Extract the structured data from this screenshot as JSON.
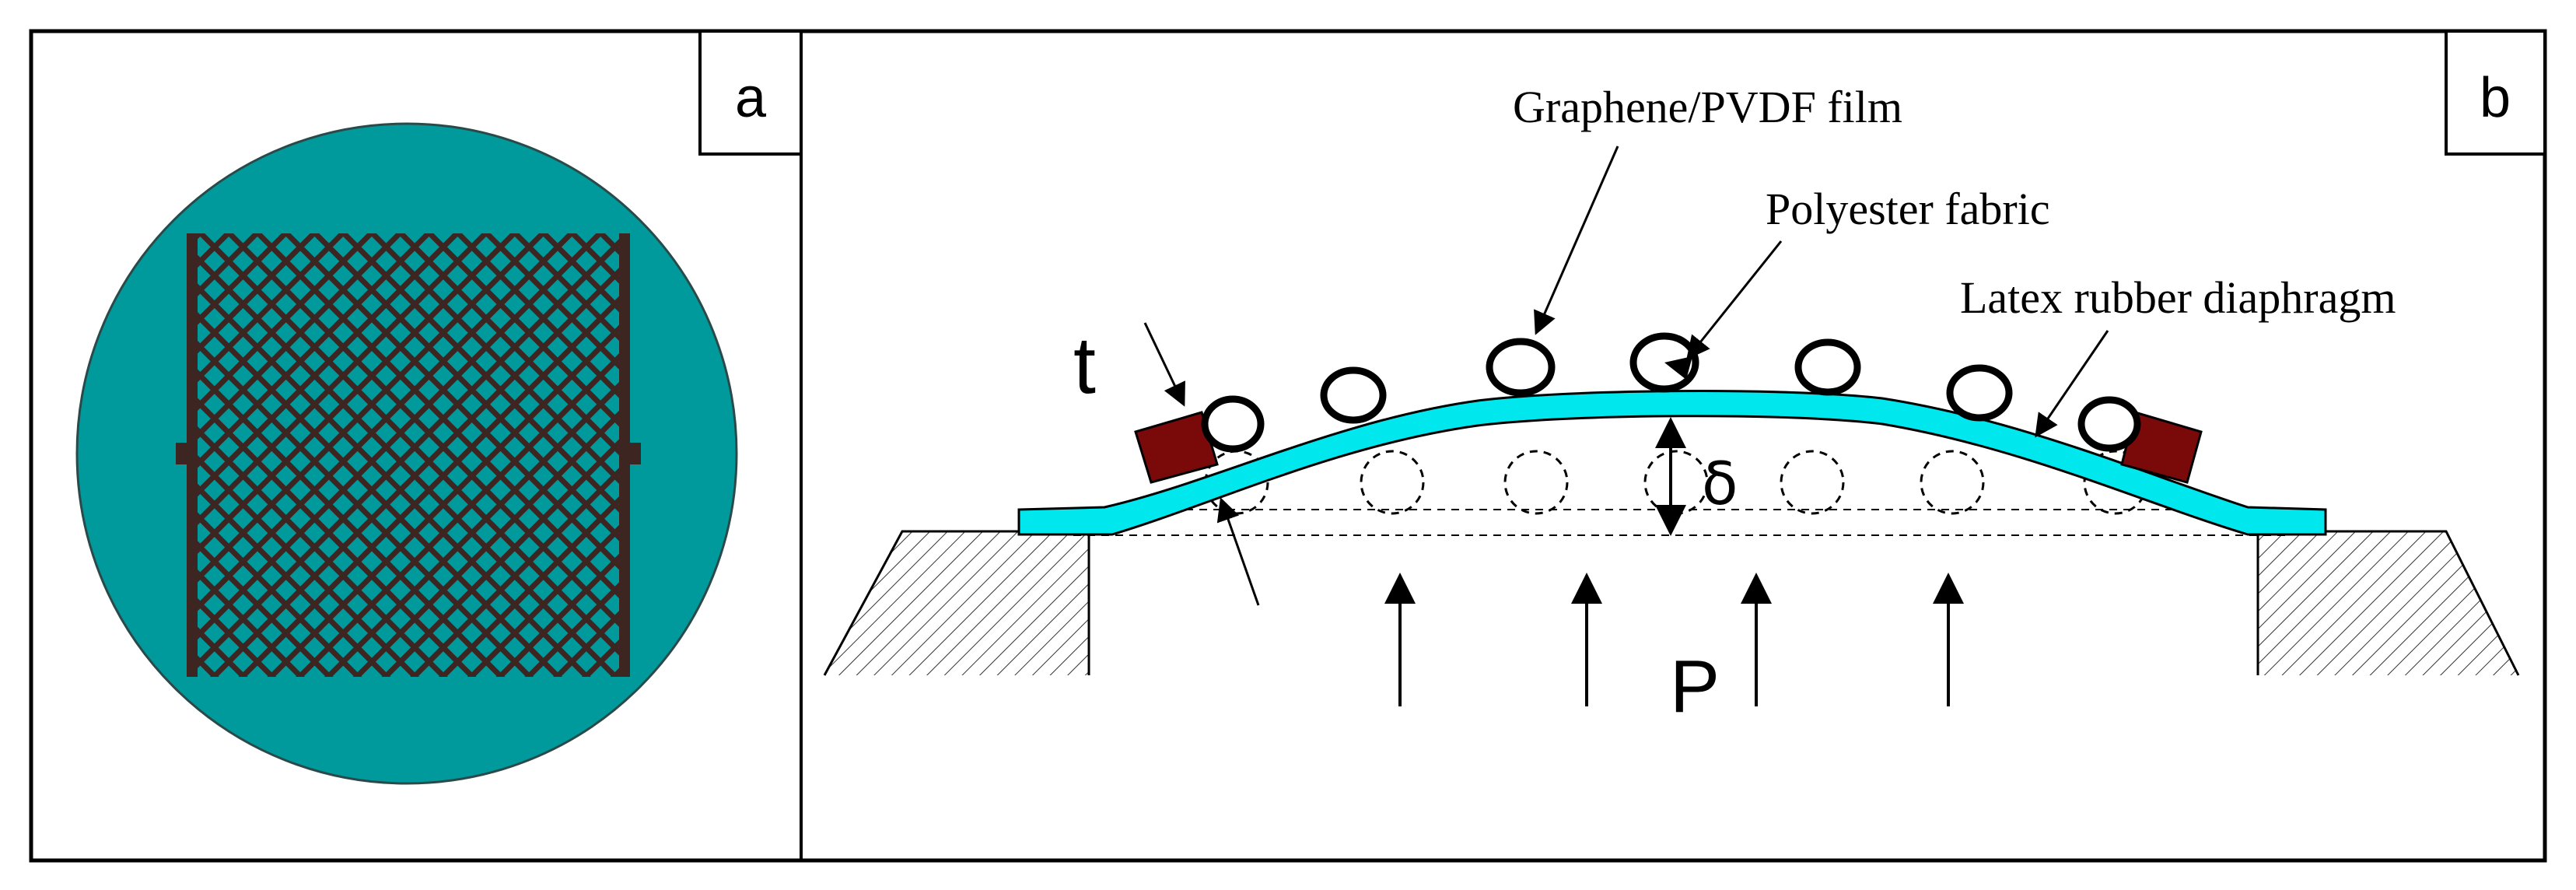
{
  "panel_a": {
    "label": "a"
  },
  "panel_b": {
    "label": "b",
    "annotations": {
      "film": "Graphene/PVDF film",
      "fabric": "Polyester fabric",
      "diaphragm": "Latex rubber diaphragm",
      "thickness": "t",
      "deflection": "δ",
      "pressure": "P"
    }
  },
  "colors": {
    "diaphragm": "#00e8ee",
    "disc": "#009a9d",
    "mesh": "#3d2522",
    "clamp": "#7a0a0a",
    "frame": "#000000"
  }
}
